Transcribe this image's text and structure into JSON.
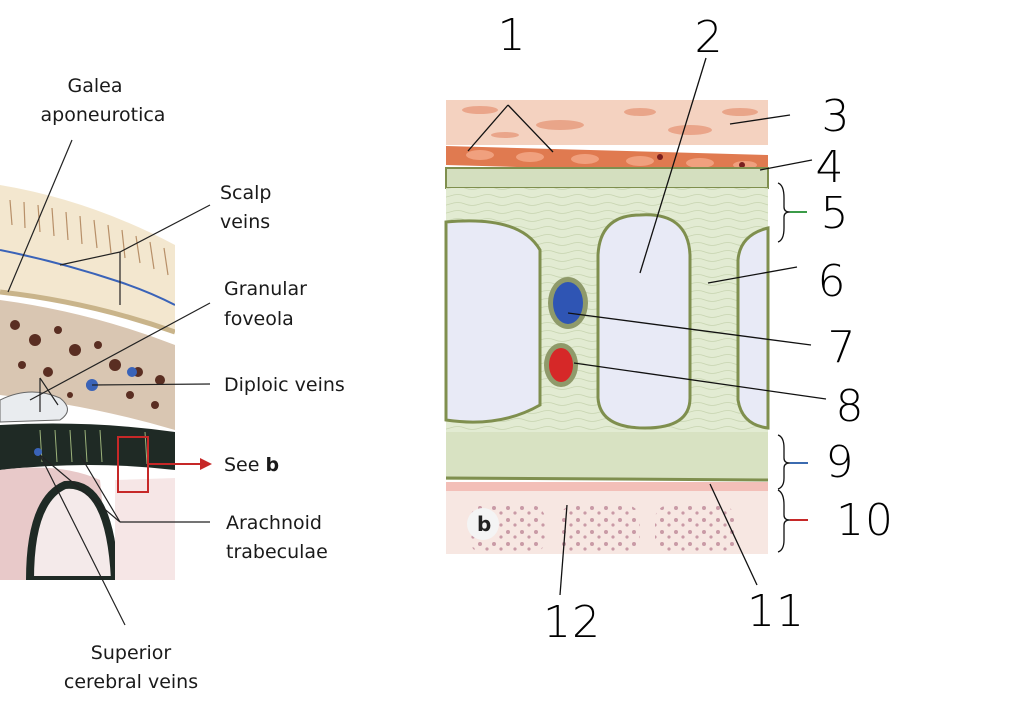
{
  "panel_a": {
    "labels": {
      "galea_1": "Galea",
      "galea_2": "aponeurotica",
      "scalp_1": "Scalp",
      "scalp_2": "veins",
      "granular_1": "Granular",
      "granular_2": "foveola",
      "diploic": "Diploic veins",
      "see_b_text": "See ",
      "see_b_bold": "b",
      "arachnoid_1": "Arachnoid",
      "arachnoid_2": "trabeculae",
      "superior_1": "Superior",
      "superior_2": "cerebral veins"
    },
    "colors": {
      "highlight_box": "#c62828",
      "arrow": "#c62828"
    }
  },
  "panel_b": {
    "corner_label": "b",
    "numbers": [
      "1",
      "2",
      "3",
      "4",
      "5",
      "6",
      "7",
      "8",
      "9",
      "10",
      "11",
      "12"
    ],
    "colors": {
      "vein": "#2f55b4",
      "artery": "#d62828",
      "scalp_tissue": "#f0c6b2",
      "dura_band": "#e27a52",
      "arachnoid_tissue": "#dfe8cf",
      "cell_border": "#7f8f4e",
      "space": "#e6e9f6",
      "pia": "#f2b5b0",
      "cortex": "#efdcdc"
    }
  }
}
